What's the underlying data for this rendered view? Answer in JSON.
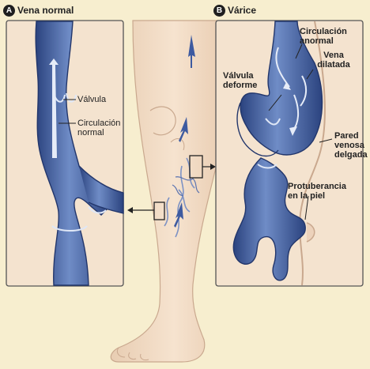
{
  "panel_a": {
    "badge": "A",
    "title": "Vena normal",
    "valve_label": "Válvula",
    "flow_label_line1": "Circulación",
    "flow_label_line2": "normal"
  },
  "panel_b": {
    "badge": "B",
    "title": "Várice",
    "abnormal_line1": "Circulación",
    "abnormal_line2": "anormal",
    "dilated_line1": "Vena",
    "dilated_line2": "dilatada",
    "deformed_line1": "Válvula",
    "deformed_line2": "deforme",
    "thin_line1": "Pared",
    "thin_line2": "venosa",
    "thin_line3": "delgada",
    "bulge_line1": "Protuberancia",
    "bulge_line2": "en la piel"
  },
  "colors": {
    "background": "#f7eecf",
    "vein_blue": "#4c6aa8",
    "vein_dark": "#22366b",
    "vein_light": "#c7d4ec",
    "skin": "#f2dcc6",
    "skin_outline": "#c9a88e",
    "inset_bg": "#f4e3cf"
  }
}
